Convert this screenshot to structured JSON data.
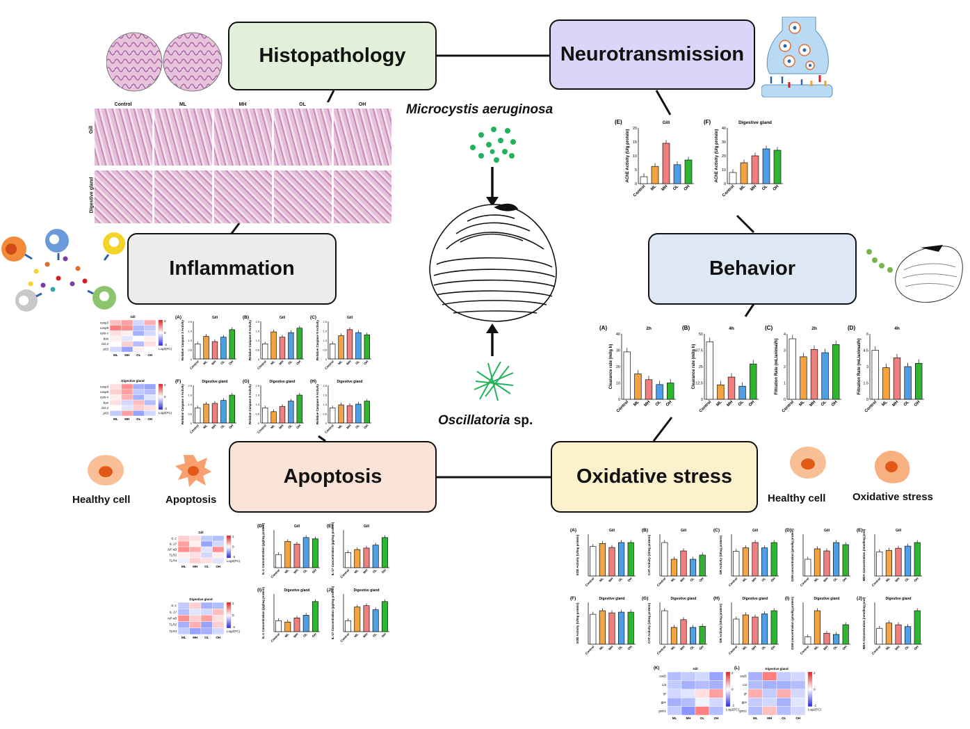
{
  "modules": {
    "histopathology": "Histopathology",
    "neurotransmission": "Neurotransmission",
    "inflammation": "Inflammation",
    "behavior": "Behavior",
    "apoptosis": "Apoptosis",
    "oxidative_stress": "Oxidative stress"
  },
  "organisms": {
    "cyanobacterium_top": "Microcystis aeruginosa",
    "cyanobacterium_bottom_italic": "Oscillatoria",
    "cyanobacterium_bottom_suffix": " sp."
  },
  "cell_labels": {
    "healthy_left": "Healthy cell",
    "apoptosis": "Apoptosis",
    "healthy_right": "Healthy cell",
    "oxidative": "Oxidative stress"
  },
  "groups": [
    "Control",
    "ML",
    "MH",
    "OL",
    "OH"
  ],
  "histology": {
    "columns": [
      "Control",
      "ML",
      "MH",
      "OL",
      "OH"
    ],
    "rows": [
      "Gill",
      "Digestive gland"
    ]
  },
  "ache": {
    "panels": [
      {
        "letter": "(E)",
        "title": "Gill",
        "ylabel": "AChE Activity (U/g protein)",
        "ylim": [
          0,
          20
        ],
        "values": [
          2.5,
          6.2,
          14.5,
          6.8,
          8.5
        ]
      },
      {
        "letter": "(F)",
        "title": "Digestive gland",
        "ylabel": "AChE Activity (U/g protein)",
        "ylim": [
          0,
          40
        ],
        "values": [
          8,
          15,
          20,
          25,
          24
        ]
      }
    ]
  },
  "behavior_charts": {
    "panels": [
      {
        "letter": "(A)",
        "title": "2h",
        "ylabel": "Clearance rate (ml/g h)",
        "ylim": [
          0,
          40
        ],
        "values": [
          29,
          15.5,
          12,
          9,
          10
        ]
      },
      {
        "letter": "(B)",
        "title": "4h",
        "ylabel": "Clearance rate (ml/g h)",
        "ylim": [
          0,
          50
        ],
        "values": [
          44,
          11,
          17,
          10,
          27
        ]
      },
      {
        "letter": "(C)",
        "title": "2h",
        "ylabel": "Filtration Rate (mL/animal/h)",
        "ylim": [
          0,
          4
        ],
        "values": [
          3.7,
          2.6,
          3.05,
          2.85,
          3.35
        ]
      },
      {
        "letter": "(D)",
        "title": "4h",
        "ylabel": "Filtration Rate (mL/animal/h)",
        "ylim": [
          0,
          6
        ],
        "values": [
          4.5,
          2.9,
          3.8,
          3.0,
          3.3
        ]
      }
    ]
  },
  "caspase": {
    "panels": [
      {
        "letter": "(A)",
        "title": "Gill",
        "ylabel": "Relative Caspase 3 Activity",
        "values": [
          1.0,
          1.5,
          1.15,
          1.45,
          1.95
        ]
      },
      {
        "letter": "(B)",
        "title": "Gill",
        "ylabel": "Relative Caspase 8 Activity",
        "values": [
          1.0,
          1.8,
          1.45,
          1.75,
          2.05
        ]
      },
      {
        "letter": "(C)",
        "title": "Gill",
        "ylabel": "Relative Caspase 9 Activity",
        "values": [
          1.0,
          1.55,
          1.95,
          1.75,
          1.6
        ]
      },
      {
        "letter": "(F)",
        "title": "Digestive gland",
        "ylabel": "Relative Caspase 3 Activity",
        "values": [
          1.0,
          1.25,
          1.3,
          1.5,
          1.85
        ]
      },
      {
        "letter": "(G)",
        "title": "Digestive gland",
        "ylabel": "Relative Caspase 8 Activity",
        "values": [
          1.0,
          0.75,
          1.1,
          1.45,
          1.85
        ]
      },
      {
        "letter": "(H)",
        "title": "Digestive gland",
        "ylabel": "Relative Caspase 9 Activity",
        "values": [
          1.0,
          1.2,
          1.15,
          1.25,
          1.45
        ]
      }
    ]
  },
  "inflammation_charts": {
    "panels": [
      {
        "letter": "(D)",
        "title": "Gill",
        "ylabel": "IL-1 Concentration (pg/mg protein)",
        "values": [
          5,
          10,
          9,
          11.5,
          11
        ]
      },
      {
        "letter": "(E)",
        "title": "Gill",
        "ylabel": "IL-17 Concentration (pg/mg protein)",
        "values": [
          5,
          6,
          6.5,
          7.5,
          10
        ]
      },
      {
        "letter": "(I)",
        "title": "Digestive gland",
        "ylabel": "IL-1 Concentration (pg/mg protein)",
        "values": [
          4,
          3.5,
          5,
          6,
          11
        ]
      },
      {
        "letter": "(J)",
        "title": "Digestive gland",
        "ylabel": "IL-17 Concentration (pg/mg protein)",
        "values": [
          4,
          9,
          9.5,
          8,
          11
        ]
      }
    ]
  },
  "oxidative_charts": {
    "panels": [
      {
        "letter": "(A)",
        "title": "Gill",
        "ylabel": "SOD Activity (U/mg protein)",
        "values": [
          15,
          16.5,
          14.5,
          17,
          17
        ]
      },
      {
        "letter": "(B)",
        "title": "Gill",
        "ylabel": "CAT Activity (U/mg protein)",
        "values": [
          8,
          4,
          6,
          4,
          5
        ]
      },
      {
        "letter": "(C)",
        "title": "Gill",
        "ylabel": "GR Activity (U/mg protein)",
        "values": [
          14,
          16,
          19,
          16,
          19
        ]
      },
      {
        "letter": "(D)",
        "title": "Gill",
        "ylabel": "GSH concentration (µmol/g protein)",
        "values": [
          4,
          6.5,
          6,
          8,
          7.5
        ]
      },
      {
        "letter": "(E)",
        "title": "Gill",
        "ylabel": "MDA Concentration (nmol/mg prot)",
        "values": [
          1.7,
          1.8,
          1.95,
          2.1,
          2.35
        ]
      },
      {
        "letter": "(F)",
        "title": "Digestive gland",
        "ylabel": "SOD Activity (U/mg protein)",
        "values": [
          21,
          23.5,
          22,
          22.5,
          22.5
        ]
      },
      {
        "letter": "(G)",
        "title": "Digestive gland",
        "ylabel": "CAT Activity (U/mg protein)",
        "values": [
          15,
          7.5,
          11,
          7.5,
          8
        ]
      },
      {
        "letter": "(H)",
        "title": "Digestive gland",
        "ylabel": "GR Activity (U/mg protein)",
        "values": [
          12,
          14,
          13,
          14.5,
          16
        ]
      },
      {
        "letter": "(I)",
        "title": "Digestive gland",
        "ylabel": "GSH concentration (µmol/g protein)",
        "values": [
          1.2,
          5.5,
          1.8,
          1.6,
          3.2
        ]
      },
      {
        "letter": "(J)",
        "title": "Digestive gland",
        "ylabel": "MDA Concentration (nmol/mg prot)",
        "values": [
          0.9,
          1.2,
          1.1,
          1.0,
          1.9
        ]
      }
    ]
  },
  "heatmaps": {
    "caspase_gill": {
      "title": "Gill",
      "rows": [
        "casp3",
        "casp8",
        "cyto-c",
        "bax",
        "bcl-2",
        "p53"
      ],
      "cols": [
        "ML",
        "MH",
        "OL",
        "OH"
      ]
    },
    "caspase_dg": {
      "title": "Digestive gland",
      "rows": [
        "casp3",
        "casp8",
        "cyto-c",
        "bax",
        "bcl-2",
        "p53"
      ],
      "cols": [
        "ML",
        "MH",
        "OL",
        "OH"
      ]
    },
    "inflam_gill": {
      "title": "Gill",
      "rows": [
        "IL-1",
        "IL-17",
        "NF-κB",
        "TLR2",
        "TLR4"
      ],
      "cols": [
        "ML",
        "MH",
        "OL",
        "OH"
      ]
    },
    "inflam_dg": {
      "title": "Digestive gland",
      "rows": [
        "IL-1",
        "IL-17",
        "NF-κB",
        "TLR2",
        "TLR4"
      ],
      "cols": [
        "ML",
        "MH",
        "OL",
        "OH"
      ]
    },
    "ox_gill": {
      "letter": "(K)",
      "title": "Gill",
      "rows": [
        "sod2",
        "cat",
        "gr",
        "gpx",
        "gsts1"
      ],
      "cols": [
        "ML",
        "MH",
        "OL",
        "OH"
      ]
    },
    "ox_dg": {
      "letter": "(L)",
      "title": "Digestive gland",
      "rows": [
        "sod2",
        "cat",
        "gr",
        "gpx",
        "gsts1"
      ],
      "cols": [
        "ML",
        "MH",
        "OL",
        "OH"
      ]
    },
    "legend_label": "Log2(FC)",
    "legend_ticks": [
      "2",
      "0",
      "-2"
    ]
  },
  "colors": {
    "histopathology": "#e2efd9",
    "neurotransmission": "#ddd5f7",
    "inflammation": "#ececec",
    "behavior": "#dde8f4",
    "apoptosis": "#f9e2d6",
    "oxidative_stress": "#fdf1cd",
    "bars": [
      "#ffffff",
      "#f4a340",
      "#f07f7f",
      "#4f9fe8",
      "#2fb52f"
    ],
    "dots": "#22b25a"
  }
}
